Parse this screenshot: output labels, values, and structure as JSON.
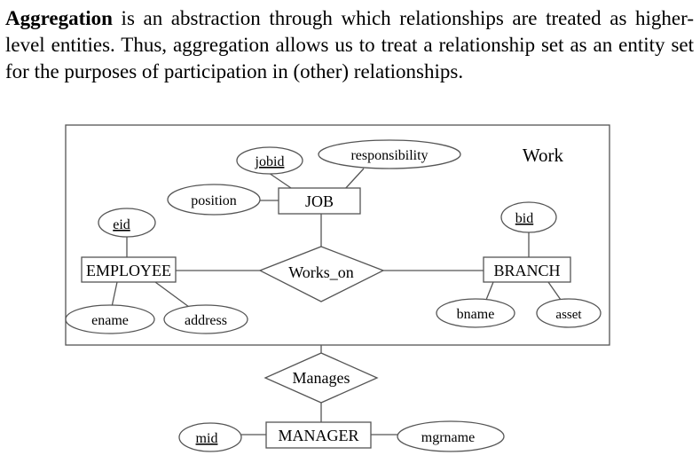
{
  "intro": {
    "term": "Aggregation",
    "rest": " is an abstraction through which relationships are treated as higher-level entities. Thus, aggregation allows us to treat a relationship set as an entity set for the purposes of participation in (other) relationships."
  },
  "diagram": {
    "aggregate_label": "Work",
    "entities": {
      "job": "JOB",
      "employee": "EMPLOYEE",
      "branch": "BRANCH",
      "manager": "MANAGER"
    },
    "relationships": {
      "works_on": "Works_on",
      "manages": "Manages"
    },
    "attributes": {
      "jobid": "jobid",
      "responsibility": "responsibility",
      "position": "position",
      "eid": "eid",
      "ename": "ename",
      "address": "address",
      "bid": "bid",
      "bname": "bname",
      "asset": "asset",
      "mid": "mid",
      "mgrname": "mgrname"
    }
  }
}
